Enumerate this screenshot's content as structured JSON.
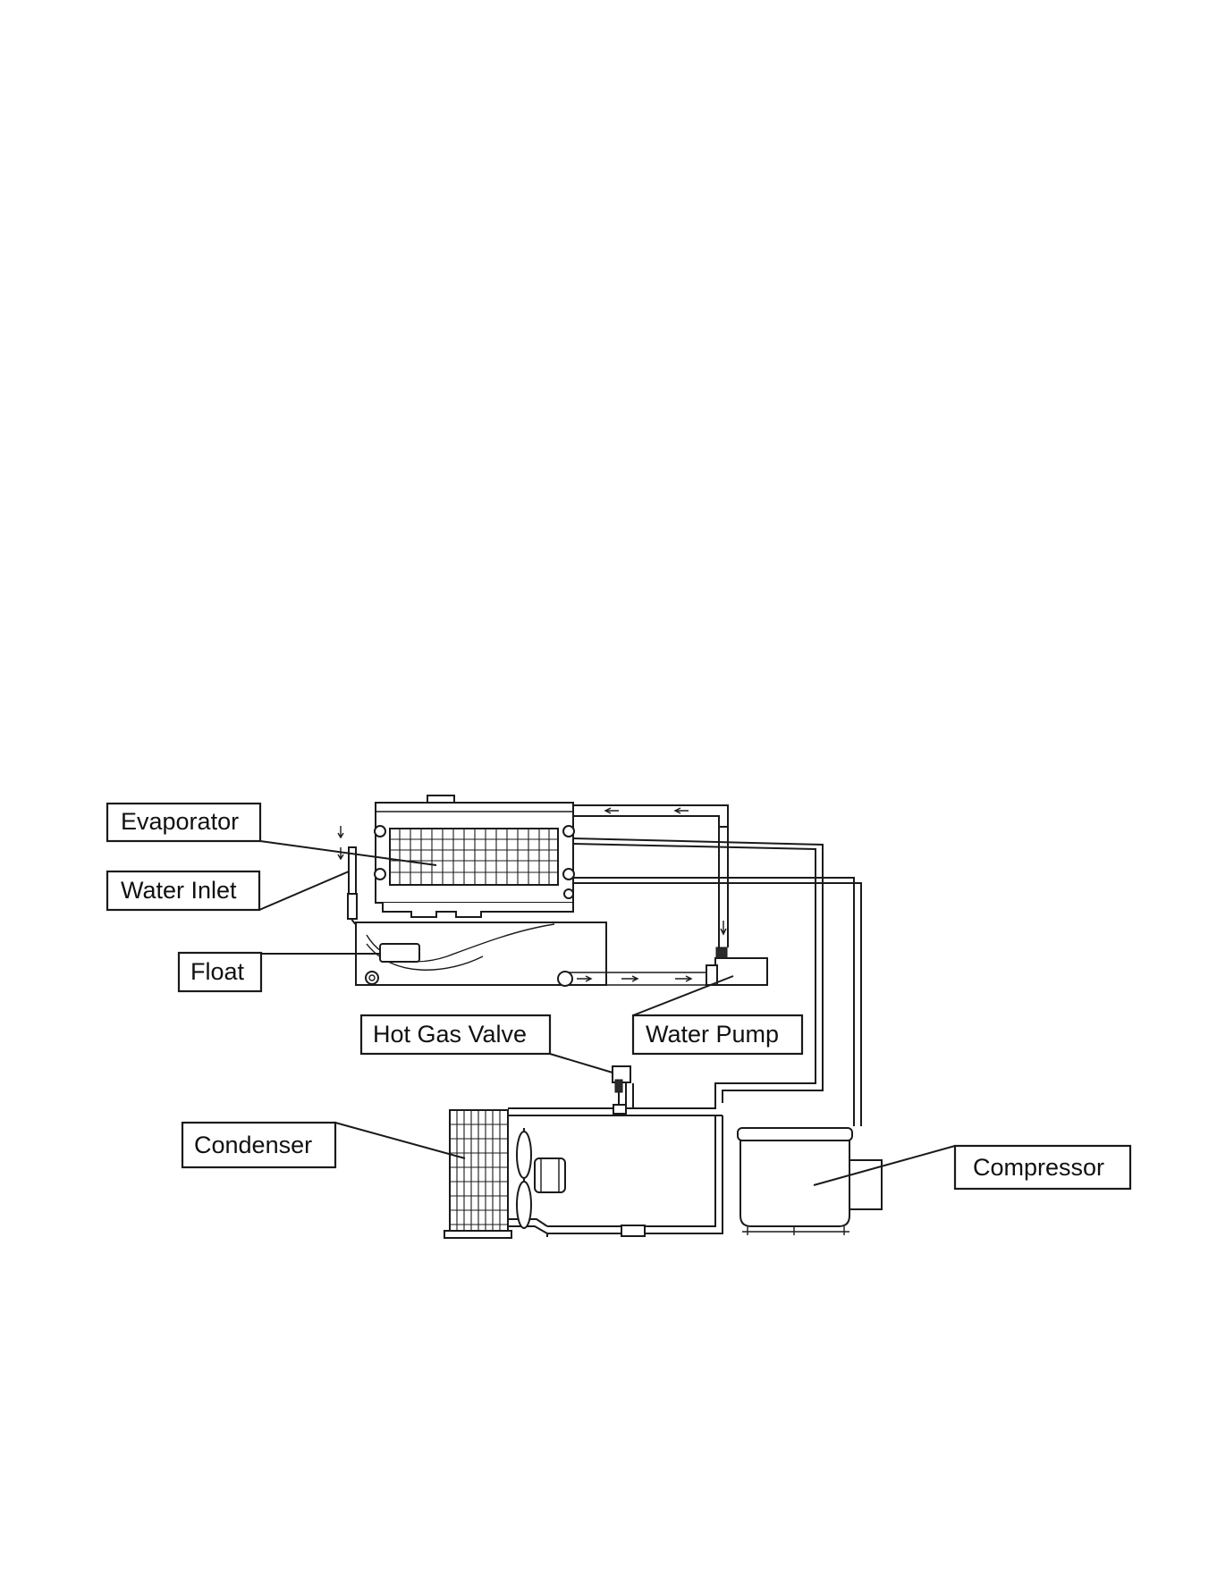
{
  "labels": {
    "evaporator": "Evaporator",
    "water_inlet": "Water Inlet",
    "float": "Float",
    "hot_gas_valve": "Hot Gas Valve",
    "water_pump": "Water Pump",
    "condenser": "Condenser",
    "compressor": "Compressor"
  }
}
